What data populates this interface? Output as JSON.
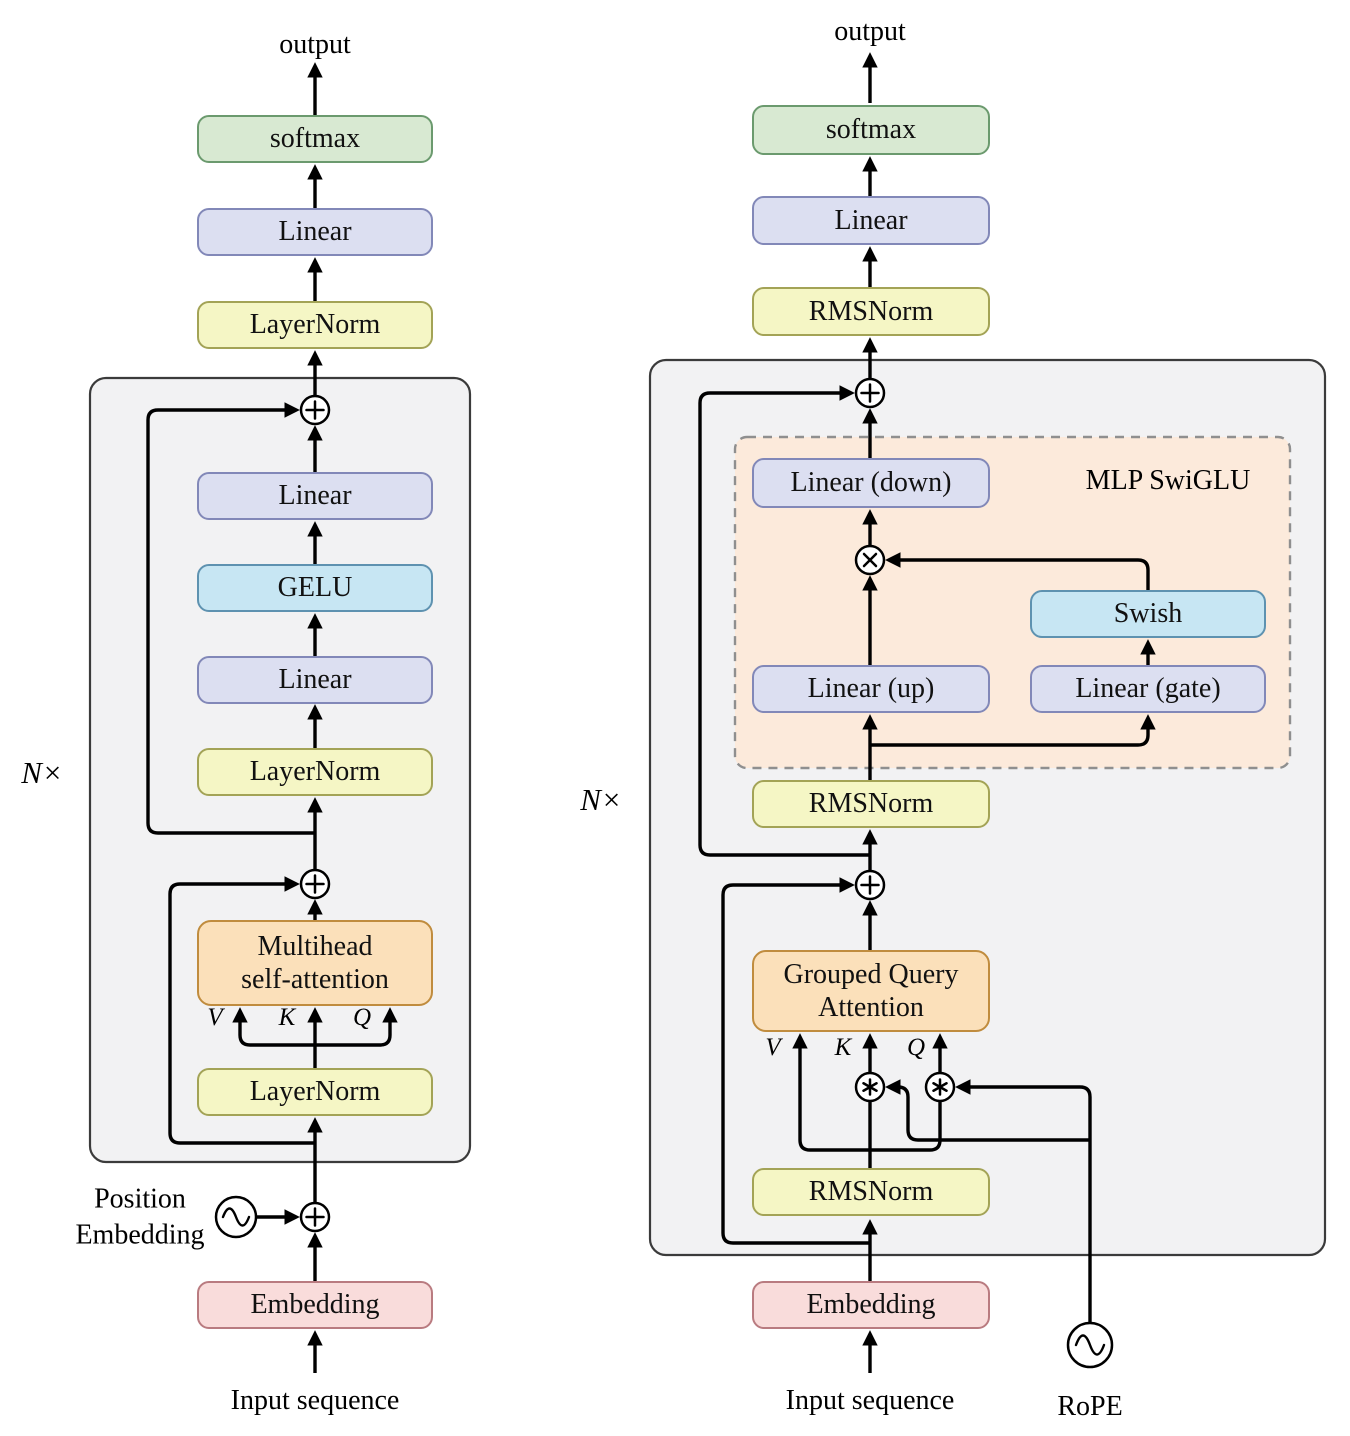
{
  "diagram": {
    "left": {
      "output_label": "output",
      "repeat_label": "N×",
      "softmax": "softmax",
      "linear_head": "Linear",
      "final_norm": "LayerNorm",
      "ffn_linear_out": "Linear",
      "activation": "GELU",
      "ffn_linear_in": "Linear",
      "ffn_norm": "LayerNorm",
      "attention": "Multihead\nself-attention",
      "attn_norm": "LayerNorm",
      "v_label": "V",
      "k_label": "K",
      "q_label": "Q",
      "pos_embedding": "Position\nEmbedding",
      "embedding": "Embedding",
      "input_label": "Input sequence"
    },
    "right": {
      "output_label": "output",
      "repeat_label": "N×",
      "softmax": "softmax",
      "linear_head": "Linear",
      "final_norm": "RMSNorm",
      "mlp_block_label": "MLP SwiGLU",
      "linear_down": "Linear (down)",
      "swish": "Swish",
      "linear_up": "Linear (up)",
      "linear_gate": "Linear (gate)",
      "ffn_norm": "RMSNorm",
      "attention": "Grouped Query\nAttention",
      "attn_norm": "RMSNorm",
      "v_label": "V",
      "k_label": "K",
      "q_label": "Q",
      "embedding": "Embedding",
      "input_label": "Input sequence",
      "rope_label": "RoPE"
    },
    "colors": {
      "softmax_fill": "#d8e9d2",
      "softmax_stroke": "#6b9a6e",
      "linear_fill": "#dcdff1",
      "linear_stroke": "#8288b8",
      "norm_fill": "#f5f6c5",
      "norm_stroke": "#a3a356",
      "activation_fill": "#c7e6f3",
      "activation_stroke": "#5e92b0",
      "attention_fill": "#fbe0ba",
      "attention_stroke": "#c08c3e",
      "embedding_fill": "#f9dcdb",
      "embedding_stroke": "#b97b80",
      "mlp_fill": "#fceadb",
      "mlp_stroke": "#8f8f8f",
      "block_fill": "#f2f2f3",
      "block_stroke": "#3b3b3b",
      "wire": "#000000"
    }
  }
}
